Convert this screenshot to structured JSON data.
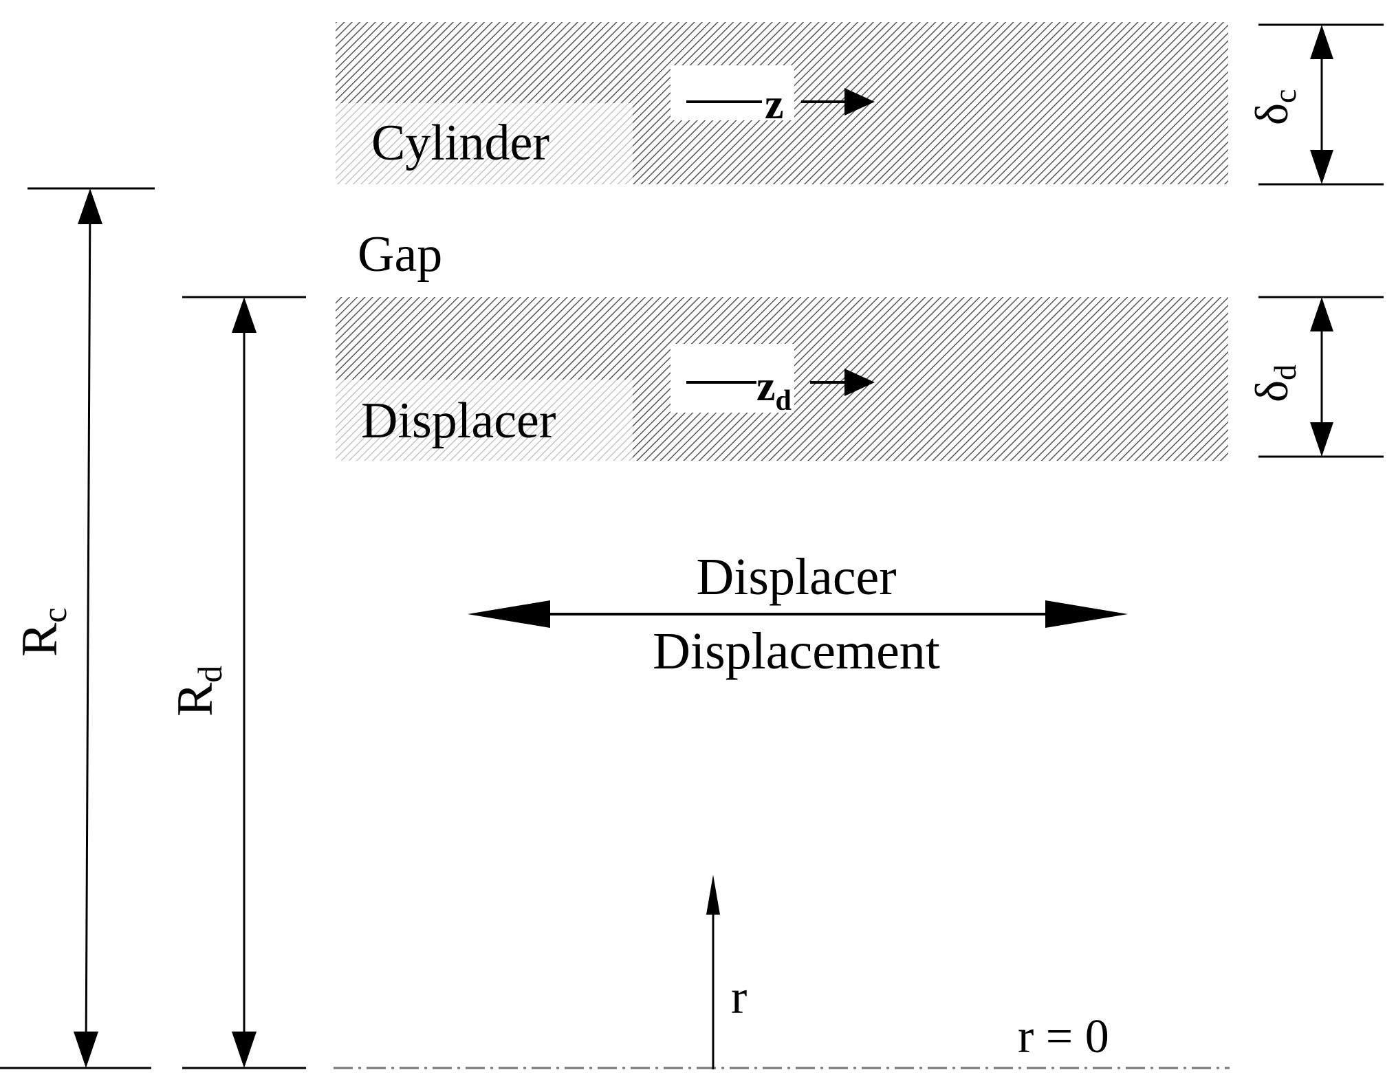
{
  "labels": {
    "cylinder": "Cylinder",
    "gap": "Gap",
    "displacer": "Displacer",
    "motion_line1": "Displacer",
    "motion_line2": "Displacement",
    "z": "z",
    "zd_main": "z",
    "zd_sub": "d",
    "r": "r",
    "r_zero": "r = 0",
    "Rc_main": "R",
    "Rc_sub": "c",
    "Rd_main": "R",
    "Rd_sub": "d",
    "delta_c_main": "δ",
    "delta_c_sub": "c",
    "delta_d_main": "δ",
    "delta_d_sub": "d"
  }
}
